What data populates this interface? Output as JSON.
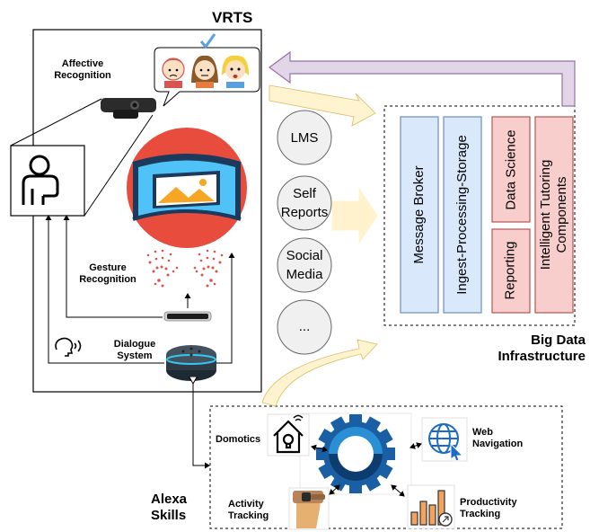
{
  "vrts": {
    "title": "VRTS",
    "affective_label_1": "Affective",
    "affective_label_2": "Recognition",
    "gesture_label_1": "Gesture",
    "gesture_label_2": "Recognition",
    "dialogue_label_1": "Dialogue",
    "dialogue_label_2": "System"
  },
  "sources": [
    "LMS",
    "Self Reports",
    "Social Media",
    "..."
  ],
  "big_data": {
    "title_1": "Big Data",
    "title_2": "Infrastructure",
    "components": {
      "message_broker": "Message Broker",
      "ingest": "Ingest-Processing-Storage",
      "data_science": "Data Science",
      "reporting": "Reporting",
      "tutoring_1": "Intelligent Tutoring",
      "tutoring_2": "Components"
    }
  },
  "alexa": {
    "title_1": "Alexa",
    "title_2": "Skills",
    "domotics": "Domotics",
    "web_nav_1": "Web",
    "web_nav_2": "Navigation",
    "activity_1": "Activity",
    "activity_2": "Tracking",
    "productivity_1": "Productivity",
    "productivity_2": "Tracking"
  },
  "colors": {
    "blue_box": "#dae8fc",
    "blue_border": "#6c8ebf",
    "red_box": "#f8cecc",
    "red_border": "#b85450",
    "gray_circle": "#f0f0f0",
    "big_arrow": "#fff2cc",
    "back_arrow": "#e1d5e7",
    "gear": "#1565a6",
    "vr_red": "#e84c3d"
  }
}
